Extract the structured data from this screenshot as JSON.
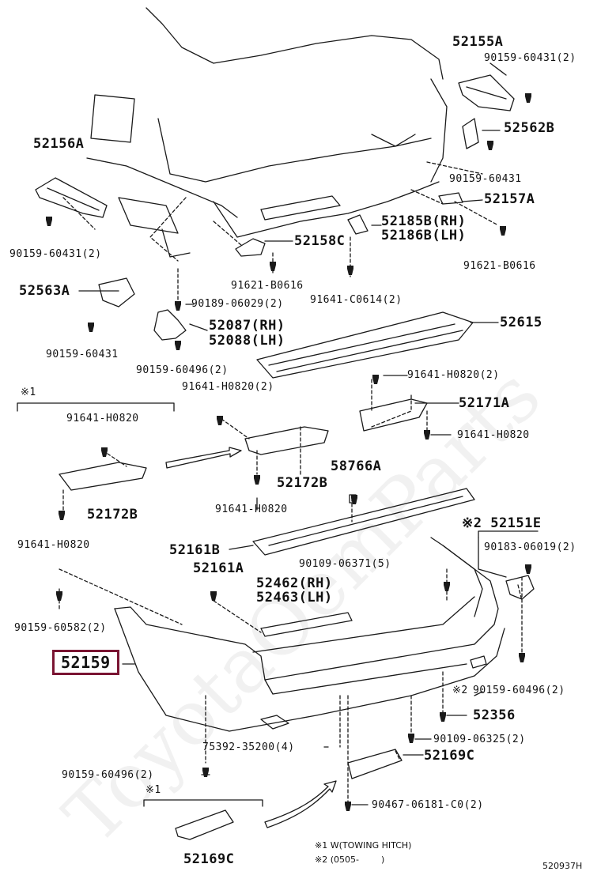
{
  "diagram": {
    "watermark": "ToyotaOemParts",
    "figure_id": "520937H",
    "highlighted_part": "52159",
    "labels": [
      {
        "id": "52155A",
        "text": "52155A"
      },
      {
        "id": "90159-60431-2-top",
        "text": "90159-60431(2)"
      },
      {
        "id": "52562B",
        "text": "52562B"
      },
      {
        "id": "90159-60431-right",
        "text": "90159-60431"
      },
      {
        "id": "52157A",
        "text": "52157A"
      },
      {
        "id": "91621-B0616-right",
        "text": "91621-B0616"
      },
      {
        "id": "52156A",
        "text": "52156A"
      },
      {
        "id": "90159-60431-2-left",
        "text": "90159-60431(2)"
      },
      {
        "id": "52185B",
        "text": "52185B(RH)"
      },
      {
        "id": "52186B",
        "text": "52186B(LH)"
      },
      {
        "id": "52158C",
        "text": "52158C"
      },
      {
        "id": "91621-B0616-mid",
        "text": "91621-B0616"
      },
      {
        "id": "91641-C0614",
        "text": "91641-C0614(2)"
      },
      {
        "id": "52563A",
        "text": "52563A"
      },
      {
        "id": "90189-06029",
        "text": "90189-06029(2)"
      },
      {
        "id": "52615",
        "text": "52615"
      },
      {
        "id": "52087",
        "text": "52087(RH)"
      },
      {
        "id": "52088",
        "text": "52088(LH)"
      },
      {
        "id": "90159-60431-left2",
        "text": "90159-60431"
      },
      {
        "id": "90159-60496-2-a",
        "text": "90159-60496(2)"
      },
      {
        "id": "91641-H0820-2-a",
        "text": "91641-H0820(2)"
      },
      {
        "id": "91641-H0820-2-b",
        "text": "91641-H0820(2)"
      },
      {
        "id": "note1-a",
        "text": "※1"
      },
      {
        "id": "91641-H0820-a",
        "text": "91641-H0820"
      },
      {
        "id": "52171A",
        "text": "52171A"
      },
      {
        "id": "91641-H0820-b",
        "text": "91641-H0820"
      },
      {
        "id": "58766A",
        "text": "58766A"
      },
      {
        "id": "52172B-mid",
        "text": "52172B"
      },
      {
        "id": "52172B-left",
        "text": "52172B"
      },
      {
        "id": "91641-H0820-c",
        "text": "91641-H0820"
      },
      {
        "id": "91641-H0820-d",
        "text": "91641-H0820"
      },
      {
        "id": "52151E",
        "text": "※2 52151E"
      },
      {
        "id": "90183-06019",
        "text": "90183-06019(2)"
      },
      {
        "id": "52161B",
        "text": "52161B"
      },
      {
        "id": "90109-06371",
        "text": "90109-06371(5)"
      },
      {
        "id": "52161A",
        "text": "52161A"
      },
      {
        "id": "52462",
        "text": "52462(RH)"
      },
      {
        "id": "52463",
        "text": "52463(LH)"
      },
      {
        "id": "90159-60582",
        "text": "90159-60582(2)"
      },
      {
        "id": "90159-60496-2-b",
        "text": "90159-60496(2)"
      },
      {
        "id": "note2-mark",
        "text": "※2"
      },
      {
        "id": "52356",
        "text": "52356"
      },
      {
        "id": "75392-35200",
        "text": "75392-35200(4)"
      },
      {
        "id": "90109-06325",
        "text": "90109-06325(2)"
      },
      {
        "id": "52169C-right",
        "text": "52169C"
      },
      {
        "id": "90159-60496-2-c",
        "text": "90159-60496(2)"
      },
      {
        "id": "note1-b",
        "text": "※1"
      },
      {
        "id": "90467-06181",
        "text": "90467-06181-C0(2)"
      },
      {
        "id": "52169C-bottom",
        "text": "52169C"
      }
    ],
    "notes": [
      {
        "id": "note-1",
        "text": "※1 W(TOWING HITCH)"
      },
      {
        "id": "note-2",
        "text": "※2 (0505-        )"
      }
    ],
    "colors": {
      "ink": "#1a1a1a",
      "highlight": "#7a1432"
    }
  }
}
